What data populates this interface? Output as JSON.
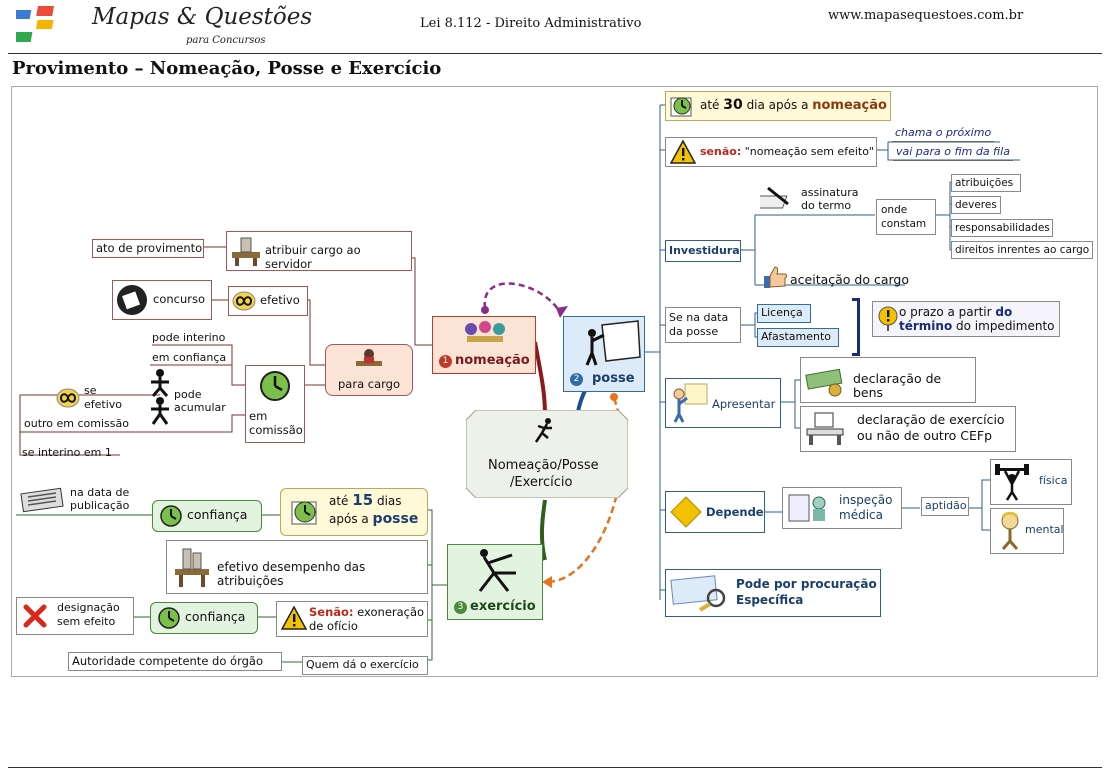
{
  "header": {
    "brand_name": "Mapas & Questões",
    "brand_sub": "para Concursos",
    "law": "Lei 8.112 - Direito Administrativo",
    "site": "www.mapasequestoes.com.br",
    "page_title": "Provimento – Nomeação, Posse e Exercício"
  },
  "center": {
    "line1": "Nomeação/Posse",
    "line2": "/Exercício"
  },
  "nomeacao": {
    "num": "1",
    "label": "nomeação",
    "ato_de_provimento": "ato de provimento",
    "atribuir": "atribuir cargo ao servidor",
    "concurso": "concurso",
    "efetivo": "efetivo",
    "para_cargo": "para cargo",
    "pode_interino": "pode interino",
    "em_confianca": "em confiança",
    "pode_acumular_1": "pode",
    "pode_acumular_2": "acumular",
    "se_efetivo_1": "se",
    "se_efetivo_2": "efetivo",
    "outro_em_comissao": "outro em comissão",
    "se_interino": "se interino em 1",
    "em_comissao_1": "em",
    "em_comissao_2": "comissão"
  },
  "posse": {
    "num": "2",
    "label": "posse",
    "prazo_pre": "até ",
    "prazo_num": "30",
    "prazo_mid": " dia após a ",
    "prazo_word": "nomeação",
    "senao_label": "senão:",
    "senao_text": " \"nomeação sem efeito\"",
    "chama": "chama o próximo",
    "fim_fila": "vai para o fim da fila",
    "investidura": "Investidura",
    "assinatura_1": "assinatura",
    "assinatura_2": "do termo",
    "onde_1": "onde",
    "onde_2": "constam",
    "constam": [
      "atribuições",
      "deveres",
      "responsabilidades",
      "direitos inrentes ao cargo"
    ],
    "aceitacao": "aceitação do cargo",
    "se_na_data_1": "Se na data",
    "se_na_data_2": "da posse",
    "licenca": "Licença",
    "afastamento": "Afastamento",
    "prazo_partir_1a": "o prazo a partir ",
    "prazo_partir_1b": "do",
    "prazo_partir_2a": "término",
    "prazo_partir_2b": " do impedimento",
    "apresentar": "Apresentar",
    "declaracao_bens": "declaração de bens",
    "declaracao_exercicio_1": "declaração de exercício",
    "declaracao_exercicio_2": "ou não de outro CEFp",
    "depende": "Depende",
    "inspecao_1": "inspeção",
    "inspecao_2": "médica",
    "aptidao": "aptidão",
    "fisica": "física",
    "mental": "mental",
    "procuracao_1": "Pode por procuração",
    "procuracao_2": "Específica"
  },
  "exercicio": {
    "num": "3",
    "label": "exercício",
    "na_data_1": "na data de",
    "na_data_2": "publicação",
    "confianca": "confiança",
    "prazo_1a": "até ",
    "prazo_num": "15",
    "prazo_1b": " dias",
    "prazo_2a": "após a ",
    "prazo_word": "posse",
    "efetivo_desempenho": "efetivo desempenho das atribuições",
    "designacao_1": "designação",
    "designacao_2": "sem efeito",
    "confianca2": "confiança",
    "senao_label": "Senão:",
    "senao_1": " exoneração",
    "senao_2": "de ofício",
    "autoridade": "Autoridade competente do órgão",
    "quem_da": "Quem dá o exercício"
  },
  "colors": {
    "nomeacao_fill": "#fbe3d6",
    "nomeacao_border": "#c0392b",
    "posse_fill": "#ddeaf7",
    "posse_border": "#2e6da4",
    "exercicio_fill": "#e2f3df",
    "exercicio_border": "#4a8a3a",
    "arrow_purple": "#8a2c8a",
    "arrow_orange": "#e8731e"
  }
}
